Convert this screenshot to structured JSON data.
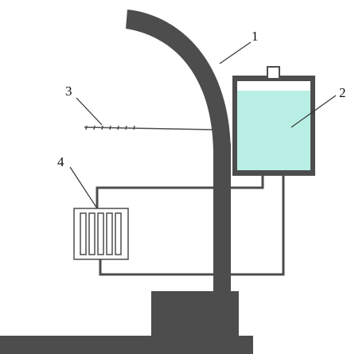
{
  "labels": {
    "l1": "1",
    "l2": "2",
    "l3": "3",
    "l4": "4"
  },
  "colors": {
    "structure": "#4d4d4d",
    "liquid": "#b9eee4",
    "pipe": "#4d4d4d",
    "background": "#ffffff"
  }
}
